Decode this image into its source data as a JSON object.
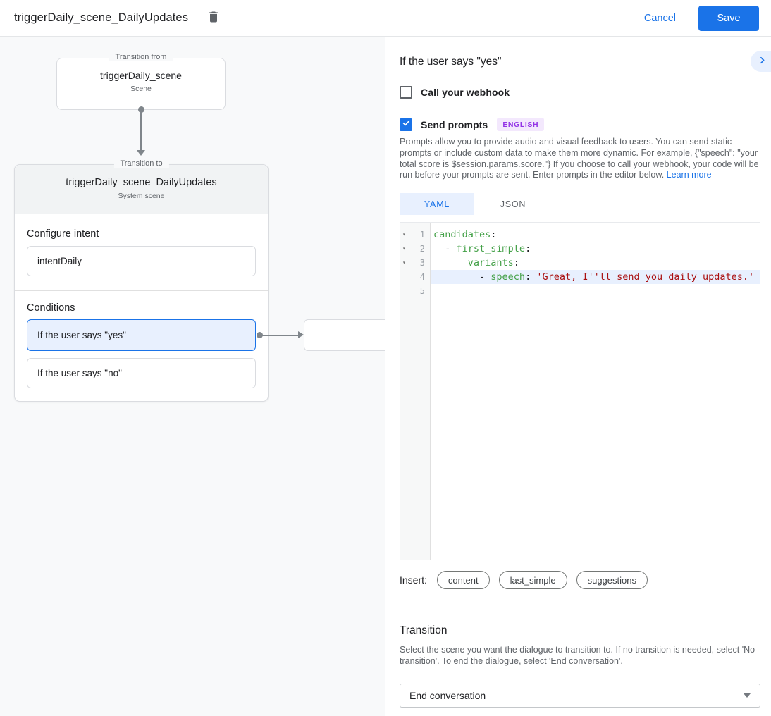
{
  "colors": {
    "accent": "#1a73e8",
    "canvas_bg": "#f8f9fa",
    "selection_bg": "#e8f0fe",
    "badge_bg": "#f3e8fd",
    "badge_text": "#9334e6",
    "yaml_key": "#43a047",
    "yaml_string": "#aa1111"
  },
  "header": {
    "title": "triggerDaily_scene_DailyUpdates",
    "cancel_label": "Cancel",
    "save_label": "Save"
  },
  "diagram": {
    "from_box": {
      "legend": "Transition from",
      "title": "triggerDaily_scene",
      "subtitle": "Scene"
    },
    "to_card": {
      "legend": "Transition to",
      "title": "triggerDaily_scene_DailyUpdates",
      "subtitle": "System scene",
      "configure_intent_label": "Configure intent",
      "intent_value": "intentDaily",
      "conditions_label": "Conditions",
      "conditions": [
        {
          "label": "If the user says \"yes\"",
          "selected": true
        },
        {
          "label": "If the user says \"no\"",
          "selected": false
        }
      ]
    }
  },
  "panel": {
    "title": "If the user says \"yes\"",
    "webhook_label": "Call your webhook",
    "webhook_checked": false,
    "prompts_label": "Send prompts",
    "prompts_checked": true,
    "language_badge": "ENGLISH",
    "description": "Prompts allow you to provide audio and visual feedback to users. You can send static prompts or include custom data to make them more dynamic. For example, {\"speech\": \"your total score is $session.params.score.\"} If you choose to call your webhook, your code will be run before your prompts are sent. Enter prompts in the editor below. ",
    "learn_more_label": "Learn more",
    "tabs": [
      {
        "label": "YAML",
        "active": true
      },
      {
        "label": "JSON",
        "active": false
      }
    ],
    "editor": {
      "lines": [
        {
          "num": "1",
          "fold": true,
          "highlighted": false,
          "tokens": [
            {
              "type": "key",
              "text": "candidates"
            },
            {
              "type": "plain",
              "text": ":"
            }
          ]
        },
        {
          "num": "2",
          "fold": true,
          "highlighted": false,
          "tokens": [
            {
              "type": "plain",
              "text": "  - "
            },
            {
              "type": "key",
              "text": "first_simple"
            },
            {
              "type": "plain",
              "text": ":"
            }
          ]
        },
        {
          "num": "3",
          "fold": true,
          "highlighted": false,
          "tokens": [
            {
              "type": "plain",
              "text": "      "
            },
            {
              "type": "key",
              "text": "variants"
            },
            {
              "type": "plain",
              "text": ":"
            }
          ]
        },
        {
          "num": "4",
          "fold": false,
          "highlighted": true,
          "tokens": [
            {
              "type": "plain",
              "text": "        - "
            },
            {
              "type": "key",
              "text": "speech"
            },
            {
              "type": "plain",
              "text": ": "
            },
            {
              "type": "string",
              "text": "'Great, I''ll send you daily updates.'"
            }
          ]
        },
        {
          "num": "5",
          "fold": false,
          "highlighted": false,
          "tokens": []
        }
      ]
    },
    "insert_label": "Insert:",
    "insert_chips": [
      "content",
      "last_simple",
      "suggestions"
    ],
    "transition": {
      "title": "Transition",
      "description": "Select the scene you want the dialogue to transition to. If no transition is needed, select 'No transition'. To end the dialogue, select 'End conversation'.",
      "selected_value": "End conversation"
    }
  }
}
